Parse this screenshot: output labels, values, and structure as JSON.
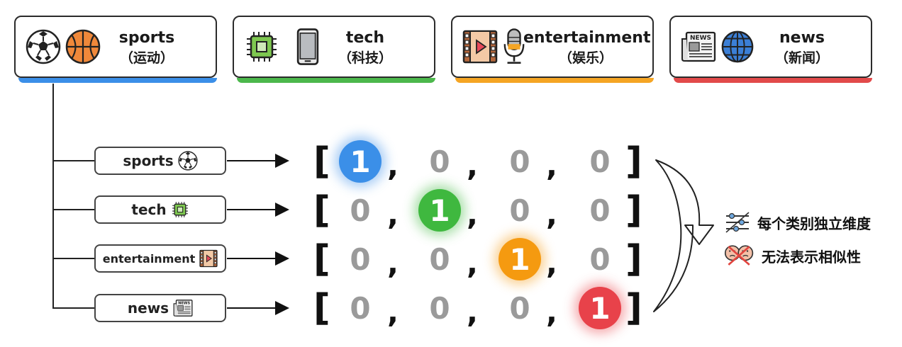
{
  "categories": [
    {
      "en": "sports",
      "cn": "（运动）",
      "color": "#3b8fe8"
    },
    {
      "en": "tech",
      "cn": "（科技）",
      "color": "#4cb84c"
    },
    {
      "en": "entertainment",
      "cn": "（娱乐）",
      "color": "#f5a524"
    },
    {
      "en": "news",
      "cn": "（新闻）",
      "color": "#e24a4a"
    }
  ],
  "rows": [
    {
      "label": "sports",
      "values": [
        "1",
        "0",
        "0",
        "0"
      ],
      "hot": 0,
      "color": "#3b8fe8"
    },
    {
      "label": "tech",
      "values": [
        "0",
        "1",
        "0",
        "0"
      ],
      "hot": 1,
      "color": "#3fb83f"
    },
    {
      "label": "entertainment",
      "values": [
        "0",
        "0",
        "1",
        "0"
      ],
      "hot": 2,
      "color": "#f59a10"
    },
    {
      "label": "news",
      "values": [
        "0",
        "0",
        "0",
        "1"
      ],
      "hot": 3,
      "color": "#e8424a"
    }
  ],
  "notes": {
    "independent": "每个类别独立维度",
    "no_similarity": "无法表示相似性"
  },
  "icons": {
    "sports": [
      "soccer-ball-icon",
      "basketball-icon"
    ],
    "tech": [
      "chip-icon",
      "smartphone-icon"
    ],
    "entertainment": [
      "film-icon",
      "microphone-icon"
    ],
    "news": [
      "newspaper-icon",
      "globe-icon"
    ]
  }
}
